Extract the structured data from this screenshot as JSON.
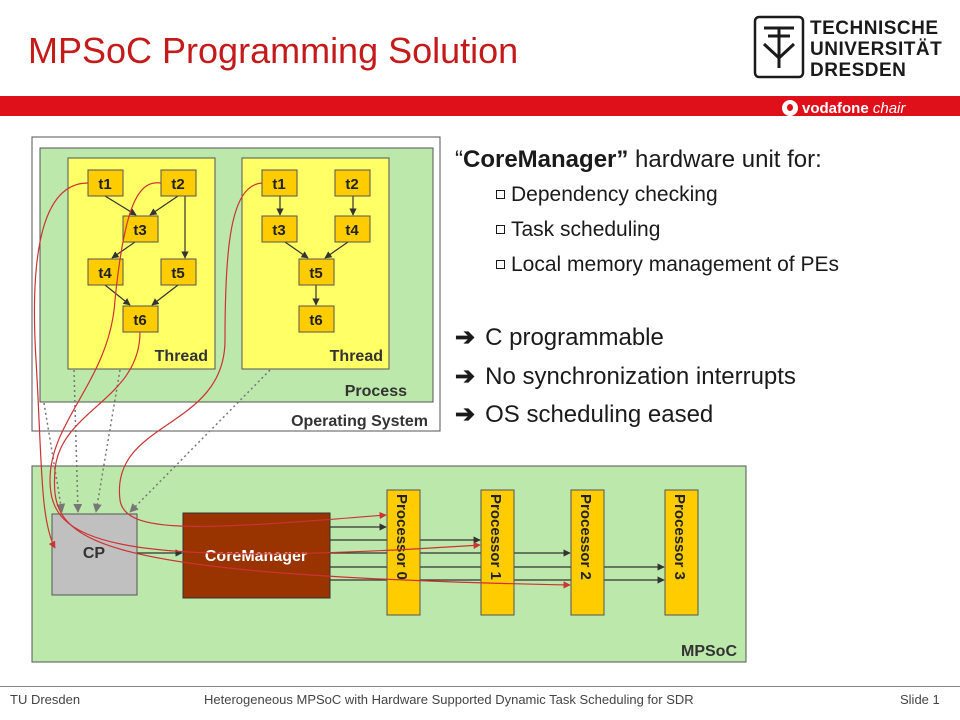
{
  "header": {
    "title": "MPSoC Programming Solution",
    "logo_lines": [
      "TECHNISCHE",
      "UNIVERSITÄT",
      "DRESDEN"
    ],
    "vodafone_brand": "vodafone",
    "vodafone_chair": "chair"
  },
  "bullets": {
    "headline_quote_open": "“",
    "headline_bold": "CoreManager”",
    "headline_rest": " hardware unit for:",
    "sub_items": [
      "Dependency checking",
      "Task scheduling",
      "Local memory management of PEs"
    ],
    "points": [
      "C programmable",
      "No synchronization interrupts",
      "OS scheduling eased"
    ],
    "arrow_glyph": "➔"
  },
  "diagram": {
    "os_label": "Operating System",
    "process_label": "Process",
    "threads": [
      {
        "label": "Thread",
        "tasks": [
          "t1",
          "t2",
          "t3",
          "t4",
          "t5",
          "t6"
        ]
      },
      {
        "label": "Thread",
        "tasks": [
          "t1",
          "t2",
          "t3",
          "t4",
          "t5",
          "t6"
        ]
      }
    ],
    "mpsoc_label": "MPSoC",
    "cp_label": "CP",
    "coremanager_label": "CoreManager",
    "processors": [
      "Processor 0",
      "Processor 1",
      "Processor 2",
      "Processor 3"
    ],
    "colors": {
      "os_bg": "#bde8ab",
      "thread_bg": "#ffff66",
      "task_bg": "#ffcc00",
      "coremanager_bg": "#993300",
      "processor_bg": "#ffcc00",
      "cp_bg": "#c0c0c0",
      "arrow_red": "#cc3333"
    }
  },
  "footer": {
    "left": "TU Dresden",
    "center": "Heterogeneous MPSoC with Hardware Supported Dynamic Task Scheduling for SDR",
    "right": "Slide 1"
  }
}
